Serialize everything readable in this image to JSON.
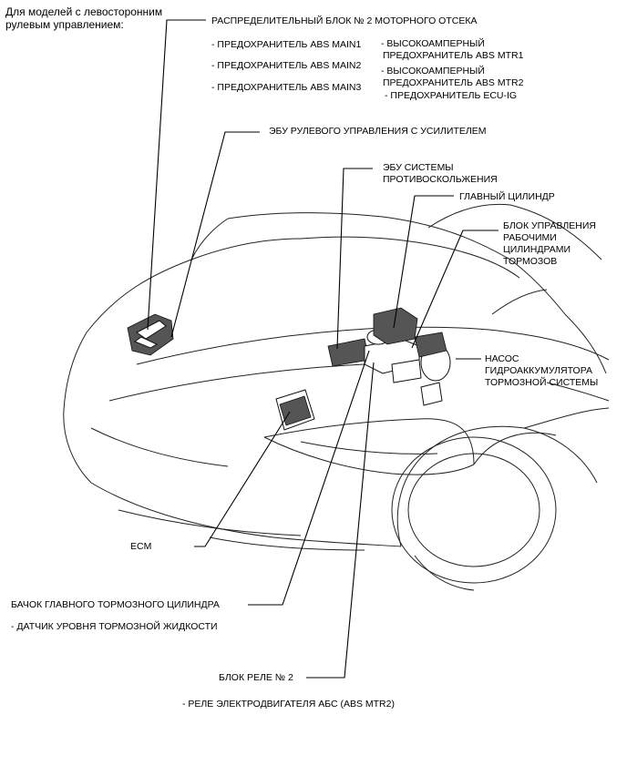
{
  "header": {
    "line1": "Для моделей с левосторонним",
    "line2": "рулевым управлением:"
  },
  "callouts": {
    "relay_block_engine": "РАСПРЕДЕЛИТЕЛЬНЫЙ БЛОК № 2 МОТОРНОГО ОТСЕКА",
    "fuse_abs_main1": "- ПРЕДОХРАНИТЕЛЬ ABS MAIN1",
    "fuse_abs_main2": "- ПРЕДОХРАНИТЕЛЬ ABS MAIN2",
    "fuse_abs_main3": "- ПРЕДОХРАНИТЕЛЬ ABS MAIN3",
    "hfuse_mtr1_l1": "- ВЫСОКОАМПЕРНЫЙ",
    "hfuse_mtr1_l2": "ПРЕДОХРАНИТЕЛЬ ABS MTR1",
    "hfuse_mtr2_l1": "- ВЫСОКОАМПЕРНЫЙ",
    "hfuse_mtr2_l2": "ПРЕДОХРАНИТЕЛЬ ABS MTR2",
    "fuse_ecu_ig": "- ПРЕДОХРАНИТЕЛЬ ECU-IG",
    "eps_ecu": "ЭБУ РУЛЕВОГО УПРАВЛЕНИЯ С УСИЛИТЕЛЕМ",
    "skid_ecu_l1": "ЭБУ СИСТЕМЫ",
    "skid_ecu_l2": "ПРОТИВОСКОЛЬЖЕНИЯ",
    "master_cyl": "ГЛАВНЫЙ ЦИЛИНДР",
    "actuator_l1": "БЛОК УПРАВЛЕНИЯ",
    "actuator_l2": "РАБОЧИМИ",
    "actuator_l3": "ЦИЛИНДРАМИ",
    "actuator_l4": "ТОРМОЗОВ",
    "pump_l1": "НАСОС",
    "pump_l2": "ГИДРОАККУМУЛЯТОРА",
    "pump_l3": "ТОРМОЗНОЙ СИСТЕМЫ",
    "ecm": "ECM",
    "reservoir": "БАЧОК ГЛАВНОГО ТОРМОЗНОГО ЦИЛИНДРА",
    "level_sensor": "- ДАТЧИК УРОВНЯ ТОРМОЗНОЙ ЖИДКОСТИ",
    "relay_block2": "БЛОК РЕЛЕ № 2",
    "abs_motor_relay": "- РЕЛЕ ЭЛЕКТРОДВИГАТЕЛЯ АБС (ABS MTR2)"
  }
}
